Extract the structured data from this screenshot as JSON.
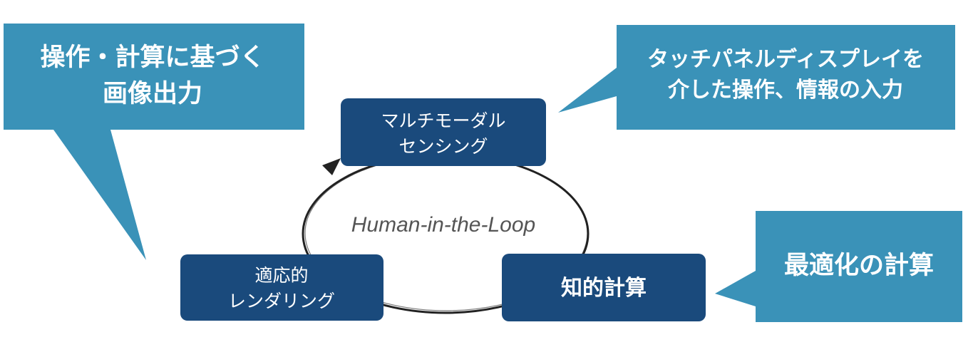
{
  "colors": {
    "node_fill": "#1a4a7c",
    "callout_fill": "#3a92b8",
    "loop_stroke": "#222222",
    "loop_label": "#555555"
  },
  "loop": {
    "label": "Human-in-the-Loop"
  },
  "nodes": {
    "sensing": {
      "lines": [
        "マルチモーダル",
        "センシング"
      ]
    },
    "computing": {
      "lines": [
        "知的計算"
      ]
    },
    "rendering": {
      "lines": [
        "適応的",
        "レンダリング"
      ]
    }
  },
  "callouts": {
    "output": {
      "lines": [
        "操作・計算に基づく",
        "画像出力"
      ]
    },
    "input": {
      "lines": [
        "タッチパネルディスプレイを",
        "介した操作、情報の入力"
      ]
    },
    "optimization": {
      "lines": [
        "最適化の計算"
      ]
    }
  }
}
